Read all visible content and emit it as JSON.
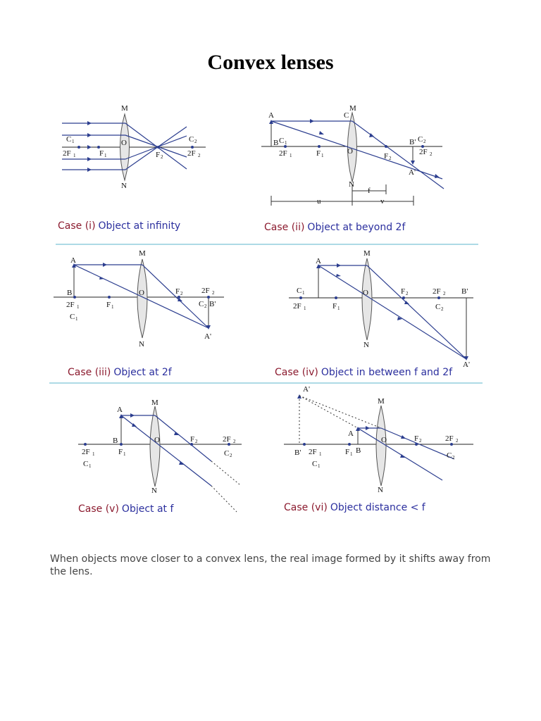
{
  "title": "Convex lenses",
  "labels": {
    "M": "M",
    "N": "N",
    "O": "O",
    "A": "A",
    "B": "B",
    "C": "C",
    "A_prime": "A'",
    "B_prime": "B'",
    "F": "F",
    "C_cap": "C",
    "twoF": "2F",
    "one": "1",
    "two": "2",
    "f": "f",
    "u": "u",
    "v": "v"
  },
  "cases": [
    {
      "case": "Case (i)",
      "desc": "Object at infinity"
    },
    {
      "case": "Case (ii)",
      "desc": "Object at beyond 2f"
    },
    {
      "case": "Case (iii)",
      "desc": "Object at 2f"
    },
    {
      "case": "Case (iv)",
      "desc": "Object in between f and 2f"
    },
    {
      "case": "Case (v)",
      "desc": "Object at f"
    },
    {
      "case": "Case (vi)",
      "desc": "Object distance < f"
    }
  ],
  "body": "When objects move closer to a convex lens, the real image formed by it shifts away from the lens."
}
